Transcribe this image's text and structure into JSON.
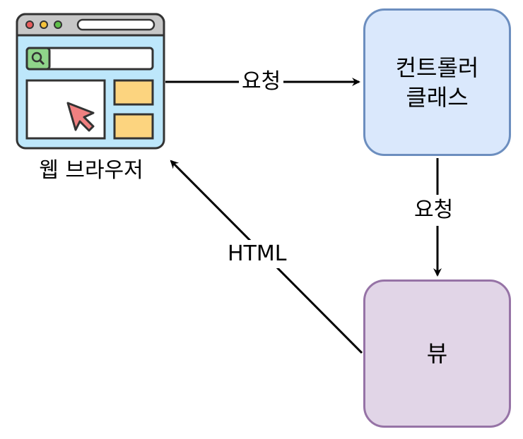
{
  "nodes": {
    "browser": {
      "label": "웹 브라우저"
    },
    "controller": {
      "line1": "컨트롤러",
      "line2": "클래스"
    },
    "view": {
      "label": "뷰"
    }
  },
  "edges": {
    "browser_to_controller": {
      "label": "요청"
    },
    "controller_to_view": {
      "label": "요청"
    },
    "view_to_browser": {
      "label": "HTML"
    }
  }
}
